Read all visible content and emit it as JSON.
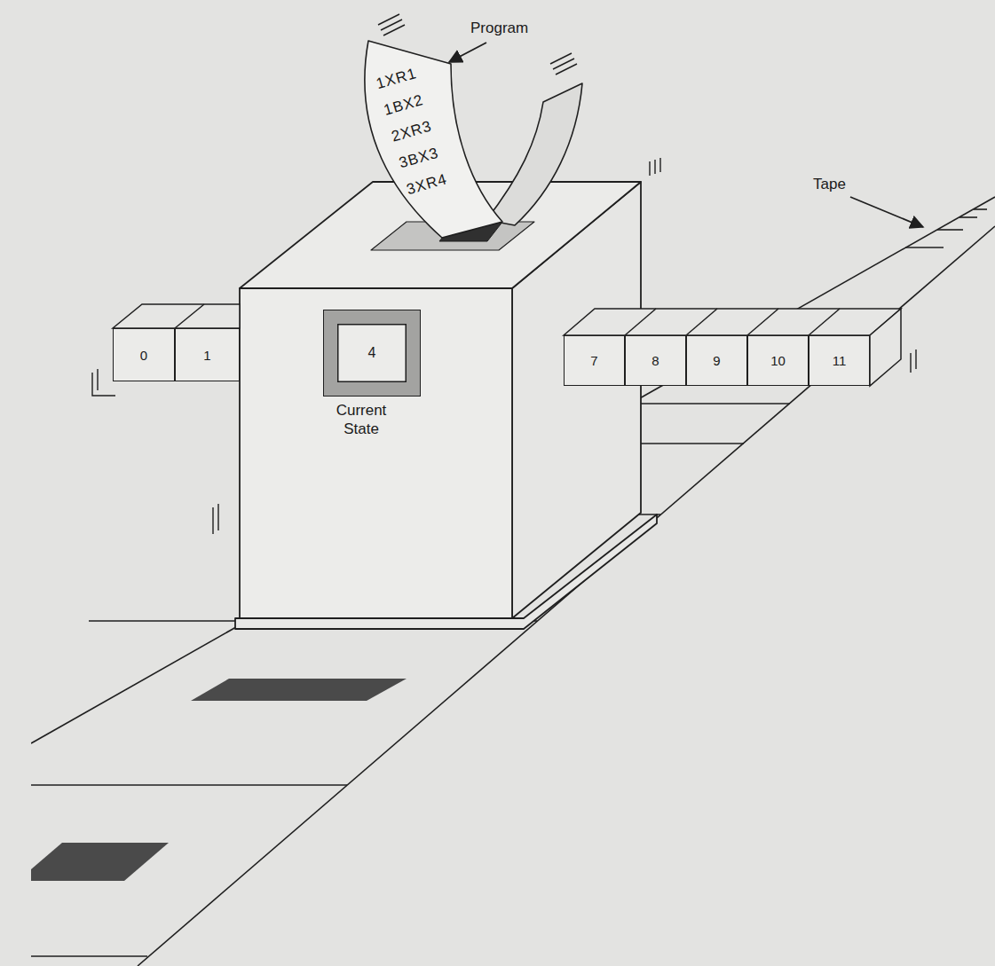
{
  "diagram": {
    "nodes": [
      {
        "text": [
          "1XR1",
          "1BX2",
          "2XR3",
          "3BX3",
          "3XR4"
        ]
      },
      {
        "text": [
          "0"
        ]
      },
      {
        "text": [
          "1"
        ]
      },
      {
        "text": [
          "4",
          "Current State"
        ]
      },
      {
        "text": [
          "7"
        ]
      },
      {
        "text": [
          "8"
        ]
      },
      {
        "text": [
          "9"
        ]
      },
      {
        "text": [
          "10"
        ]
      },
      {
        "text": [
          "11"
        ]
      }
    ],
    "labels": [
      "Program",
      "Tape"
    ]
  }
}
